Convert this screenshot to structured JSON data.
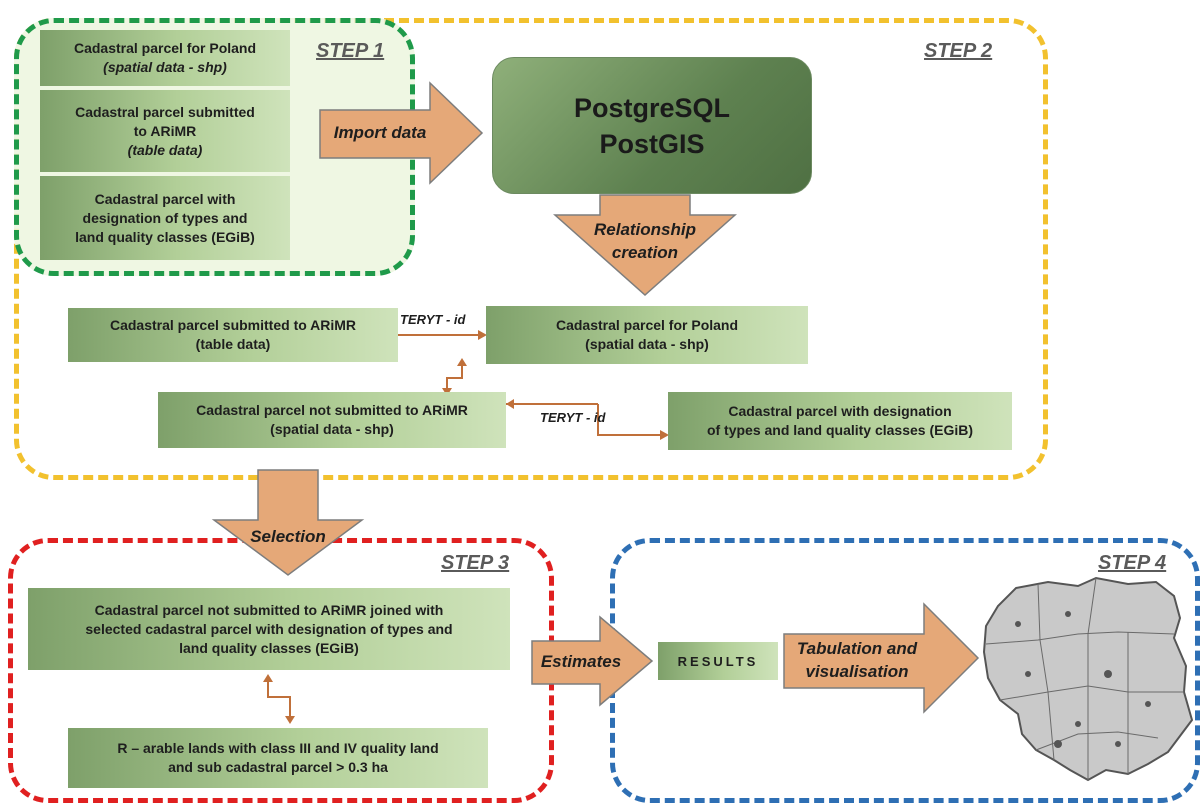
{
  "steps": {
    "step1": "STEP 1",
    "step2": "STEP 2",
    "step3": "STEP 3",
    "step4": "STEP 4"
  },
  "step1_boxes": {
    "box1": {
      "line1": "Cadastral parcel for Poland",
      "line2": "(spatial data - shp)"
    },
    "box2": {
      "line1": "Cadastral parcel submitted",
      "line2": "to ARiMR",
      "line3": "(table data)"
    },
    "box3": {
      "line1": "Cadastral parcel with",
      "line2": "designation of types and",
      "line3": "land quality classes (EGiB)"
    }
  },
  "database": {
    "line1": "PostgreSQL",
    "line2": "PostGIS"
  },
  "arrows": {
    "import": "Import data",
    "relationship_1": "Relationship",
    "relationship_2": "creation",
    "selection": "Selection",
    "estimates": "Estimates",
    "tabulation_1": "Tabulation and",
    "tabulation_2": "visualisation"
  },
  "step2_boxes": {
    "submitted": {
      "line1": "Cadastral parcel submitted to ARiMR",
      "line2": "(table data)"
    },
    "poland": {
      "line1": "Cadastral parcel for Poland",
      "line2": "(spatial data - shp)"
    },
    "not_submitted": {
      "line1": "Cadastral parcel not submitted to ARiMR",
      "line2": "(spatial data - shp)"
    },
    "egib": {
      "line1": "Cadastral parcel with designation",
      "line2": "of types and land quality classes (EGiB)"
    }
  },
  "links": {
    "teryt_1": "TERYT - id",
    "teryt_2": "TERYT - id"
  },
  "step3_boxes": {
    "joined": {
      "line1": "Cadastral parcel not submitted to ARiMR joined with",
      "line2": "selected cadastral parcel with designation of types and",
      "line3": "land quality classes (EGiB)"
    },
    "arable": {
      "line1": "R – arable lands with class III and IV quality land",
      "line2": "and  sub cadastral parcel > 0.3 ha"
    }
  },
  "results": "RESULTS",
  "map": {
    "icon": "poland-map-icon"
  },
  "colors": {
    "step1_border": "#1f9a4a",
    "step2_border": "#f2c12e",
    "step3_border": "#e02020",
    "step4_border": "#2e6fb4",
    "arrow_fill": "#e5a878",
    "box_green": "#8fb07a"
  }
}
